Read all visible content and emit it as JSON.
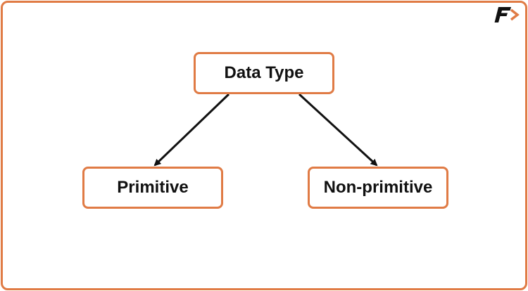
{
  "diagram": {
    "root": {
      "label": "Data Type"
    },
    "children": [
      {
        "label": "Primitive"
      },
      {
        "label": "Non-primitive"
      }
    ]
  },
  "colors": {
    "accent": "#e07b45",
    "text": "#111111",
    "edge": "#111111",
    "background": "#ffffff"
  },
  "logo": {
    "icon": "f-arrow-logo-icon"
  }
}
